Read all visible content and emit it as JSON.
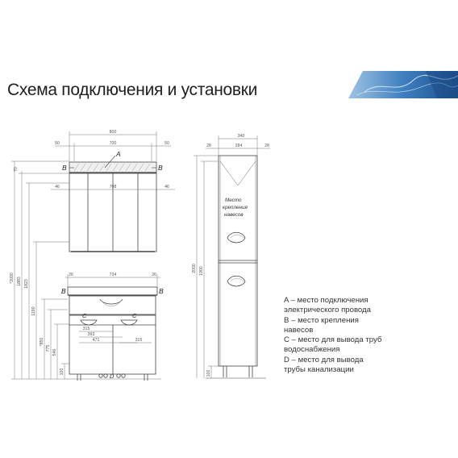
{
  "title": "Схема подключения и установки",
  "legend": [
    "A – место подключения",
    "электрического провода",
    "B – место крепления",
    "навесов",
    "C – место для вывода труб",
    "водоснабжения",
    "D – место для вывода",
    "трубы канализации"
  ],
  "mirror_cabinet": {
    "dims_top": {
      "total": "800",
      "left_margin": "50",
      "middle": "700",
      "right_margin": "50"
    },
    "dims_inner": {
      "left": "46",
      "middle": "708",
      "right": "46"
    },
    "marker_a": "A",
    "marker_b": "B",
    "height": "70"
  },
  "vanity": {
    "dims_top": {
      "left": "26",
      "middle": "734",
      "right": "26"
    },
    "dims_inner": {
      "a": "315",
      "b": "393",
      "c": "471",
      "d": "315"
    },
    "marker_b": "B",
    "marker_c": "C",
    "marker_d": "D"
  },
  "heights": [
    "*2000",
    "1883",
    "1823",
    "1190",
    "*850",
    "775",
    "546",
    "100"
  ],
  "column": {
    "width_total": "340",
    "dims": {
      "left": "28",
      "middle": "284",
      "right": "28"
    },
    "note": [
      "Место",
      "крепления",
      "навесов"
    ],
    "heights": [
      "2000",
      "1900",
      "100"
    ]
  },
  "colors": {
    "line": "#444444",
    "dim": "#666666",
    "banner": "#1f5f9f"
  }
}
